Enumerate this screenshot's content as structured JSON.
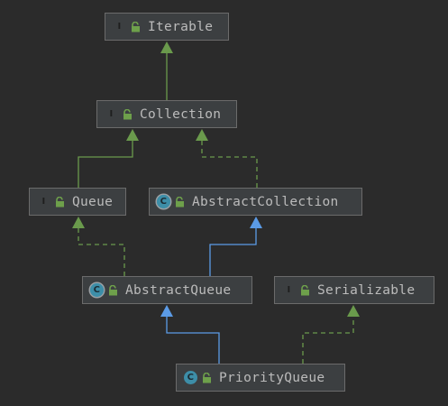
{
  "nodes": {
    "iterable": {
      "label": "Iterable",
      "kind": "interface",
      "badge": "I"
    },
    "collection": {
      "label": "Collection",
      "kind": "interface",
      "badge": "I"
    },
    "queue": {
      "label": "Queue",
      "kind": "interface",
      "badge": "I"
    },
    "abstractcollection": {
      "label": "AbstractCollection",
      "kind": "abstract",
      "badge": "C"
    },
    "abstractqueue": {
      "label": "AbstractQueue",
      "kind": "abstract",
      "badge": "C"
    },
    "serializable": {
      "label": "Serializable",
      "kind": "interface",
      "badge": "I"
    },
    "priorityqueue": {
      "label": "PriorityQueue",
      "kind": "class",
      "badge": "C"
    }
  },
  "edges": [
    {
      "from": "collection",
      "to": "iterable",
      "type": "extends"
    },
    {
      "from": "queue",
      "to": "collection",
      "type": "extends"
    },
    {
      "from": "abstractcollection",
      "to": "collection",
      "type": "implements"
    },
    {
      "from": "abstractqueue",
      "to": "queue",
      "type": "implements"
    },
    {
      "from": "abstractqueue",
      "to": "abstractcollection",
      "type": "class-extends"
    },
    {
      "from": "priorityqueue",
      "to": "abstractqueue",
      "type": "class-extends"
    },
    {
      "from": "priorityqueue",
      "to": "serializable",
      "type": "implements"
    }
  ],
  "colors": {
    "background": "#2b2b2b",
    "node_fill": "#3c3f41",
    "node_border": "#6b6b6b",
    "interface_edge": "#6a9a4c",
    "class_edge": "#5b9be6",
    "interface_badge": "#6ea04b",
    "class_badge": "#3d8ea8",
    "lock": "#6ea04b"
  }
}
